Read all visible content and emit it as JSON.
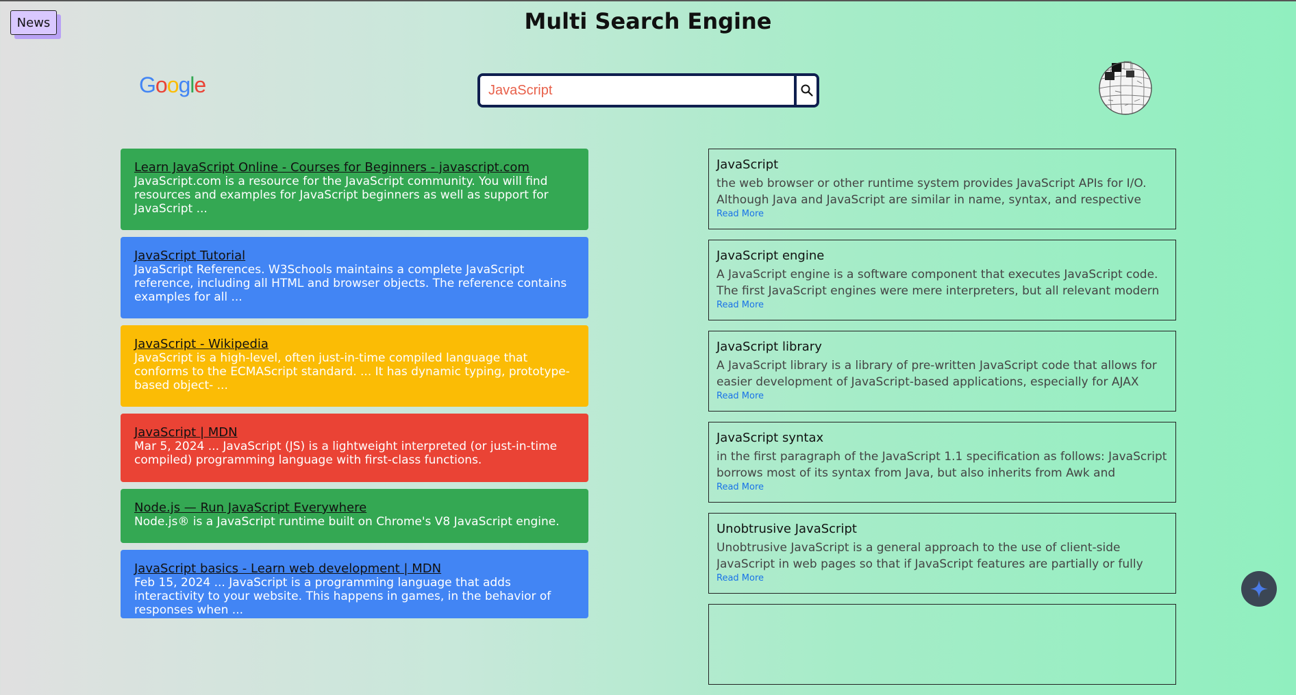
{
  "header": {
    "news_label": "News",
    "title": "Multi Search Engine"
  },
  "google_logo": {
    "letters": [
      "G",
      "o",
      "o",
      "g",
      "l",
      "e"
    ],
    "colors": [
      "#4285F4",
      "#EA4335",
      "#FBBC05",
      "#4285F4",
      "#34A853",
      "#EA4335"
    ]
  },
  "search": {
    "value": "JavaScript",
    "placeholder": "",
    "icon": "search-icon"
  },
  "wiki_logo": {
    "icon": "wikipedia-globe-icon"
  },
  "google_results": [
    {
      "title": "Learn JavaScript Online - Courses for Beginners - javascript.com",
      "snippet": "JavaScript.com is a resource for the JavaScript community. You will find resources and examples for JavaScript beginners as well as support for JavaScript ...",
      "color": "#34A853"
    },
    {
      "title": "JavaScript Tutorial",
      "snippet": "JavaScript References. W3Schools maintains a complete JavaScript reference, including all HTML and browser objects. The reference contains examples for all ...",
      "color": "#4285F4"
    },
    {
      "title": "JavaScript - Wikipedia",
      "snippet": "JavaScript is a high-level, often just-in-time compiled language that conforms to the ECMAScript standard. ... It has dynamic typing, prototype-based object- ...",
      "color": "#FBBC05"
    },
    {
      "title": "JavaScript | MDN",
      "snippet": "Mar 5, 2024 ... JavaScript (JS) is a lightweight interpreted (or just-in-time compiled) programming language with first-class functions.",
      "color": "#EA4335"
    },
    {
      "title": "Node.js — Run JavaScript Everywhere",
      "snippet": "Node.js® is a JavaScript runtime built on Chrome's V8 JavaScript engine.",
      "color": "#34A853"
    },
    {
      "title": "JavaScript basics - Learn web development | MDN",
      "snippet": "Feb 15, 2024 ... JavaScript is a programming language that adds interactivity to your website. This happens in games, in the behavior of responses when ...",
      "color": "#4285F4"
    }
  ],
  "wiki_results": [
    {
      "title": "JavaScript",
      "snippet": "the web browser or other runtime system provides JavaScript APIs for I/O. Although Java and JavaScript are similar in name, syntax, and respective standard",
      "more": "Read More"
    },
    {
      "title": "JavaScript engine",
      "snippet": "A JavaScript engine is a software component that executes JavaScript code. The first JavaScript engines were mere interpreters, but all relevant modern",
      "more": "Read More"
    },
    {
      "title": "JavaScript library",
      "snippet": "A JavaScript library is a library of pre-written JavaScript code that allows for easier development of JavaScript-based applications, especially for AJAX",
      "more": "Read More"
    },
    {
      "title": "JavaScript syntax",
      "snippet": "in the first paragraph of the JavaScript 1.1 specification as follows: JavaScript borrows most of its syntax from Java, but also inherits from Awk and",
      "more": "Read More"
    },
    {
      "title": "Unobtrusive JavaScript",
      "snippet": "Unobtrusive JavaScript is a general approach to the use of client-side JavaScript in web pages so that if JavaScript features are partially or fully absent",
      "more": "Read More"
    },
    {
      "title": "",
      "snippet": "",
      "more": ""
    }
  ],
  "assistant": {
    "icon": "sparkle-icon",
    "color": "#4a7be8"
  }
}
